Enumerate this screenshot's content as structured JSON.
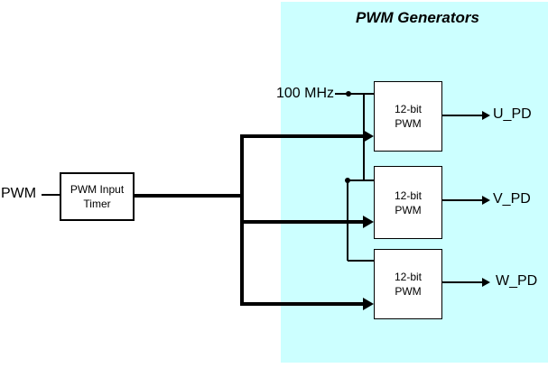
{
  "diagram": {
    "title": "PWM Generators",
    "region_color": "#CCFFFF",
    "line_color": "#000000",
    "input_label": "PWM",
    "clock_label": "100 MHz",
    "timer_block": {
      "line1": "PWM Input",
      "line2": "Timer"
    },
    "generators": [
      {
        "line1": "12-bit",
        "line2": "PWM",
        "output_label": "U_PD"
      },
      {
        "line1": "12-bit",
        "line2": "PWM",
        "output_label": "V_PD"
      },
      {
        "line1": "12-bit",
        "line2": "PWM",
        "output_label": "W_PD"
      }
    ]
  }
}
